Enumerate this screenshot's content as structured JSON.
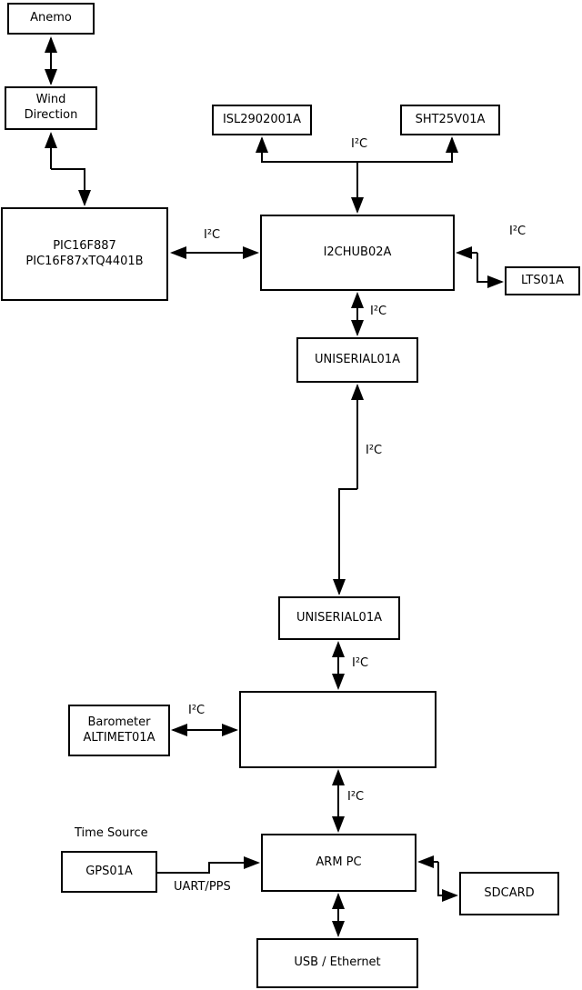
{
  "diagram": {
    "nodes": {
      "anemo": {
        "label": "Anemo"
      },
      "wind": {
        "line1": "Wind",
        "line2": "Direction"
      },
      "pic": {
        "line1": "PIC16F887",
        "line2": "PIC16F87xTQ4401B"
      },
      "isl": {
        "label": "ISL2902001A"
      },
      "sht": {
        "label": "SHT25V01A"
      },
      "i2chub1": {
        "label": "I2CHUB02A"
      },
      "lts": {
        "label": "LTS01A"
      },
      "uniserial1": {
        "label": "UNISERIAL01A"
      },
      "uniserial2": {
        "label": "UNISERIAL01A"
      },
      "barometer": {
        "line1": "Barometer",
        "line2": "ALTIMET01A"
      },
      "armpc": {
        "label": "ARM PC"
      },
      "gps": {
        "label": "GPS01A"
      },
      "sdcard": {
        "label": "SDCARD"
      },
      "usb": {
        "label": "USB / Ethernet"
      }
    },
    "edge_labels": {
      "i2c": "I²C",
      "time_source": "Time Source",
      "uart_pps": "UART/PPS"
    },
    "colors": {
      "line": "#000000",
      "box_border": "#000000",
      "background": "#ffffff"
    }
  }
}
